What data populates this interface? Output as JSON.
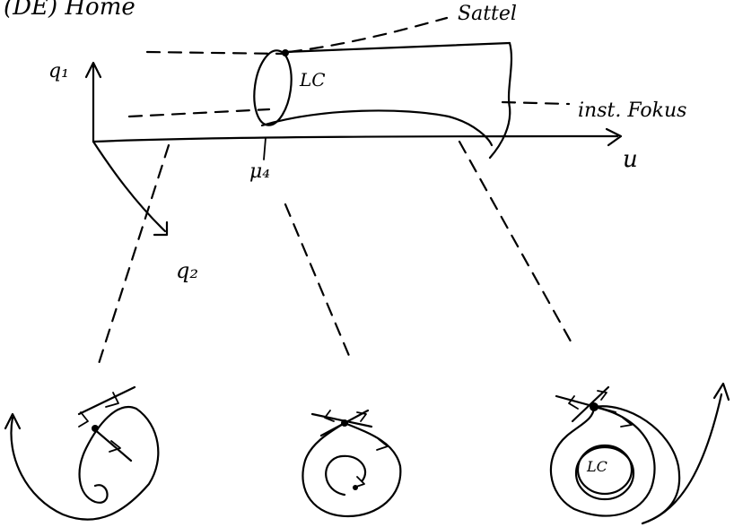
{
  "header": {
    "partial_text": "(DE) Home"
  },
  "labels": {
    "q1": "q₁",
    "q2": "q₂",
    "u": "u",
    "mu": "μ₄",
    "saddle": "Sattel",
    "lc_top": "LC",
    "fokus": "inst. Fokus",
    "lc_bottom": "LC"
  },
  "ink_color": "#000000"
}
